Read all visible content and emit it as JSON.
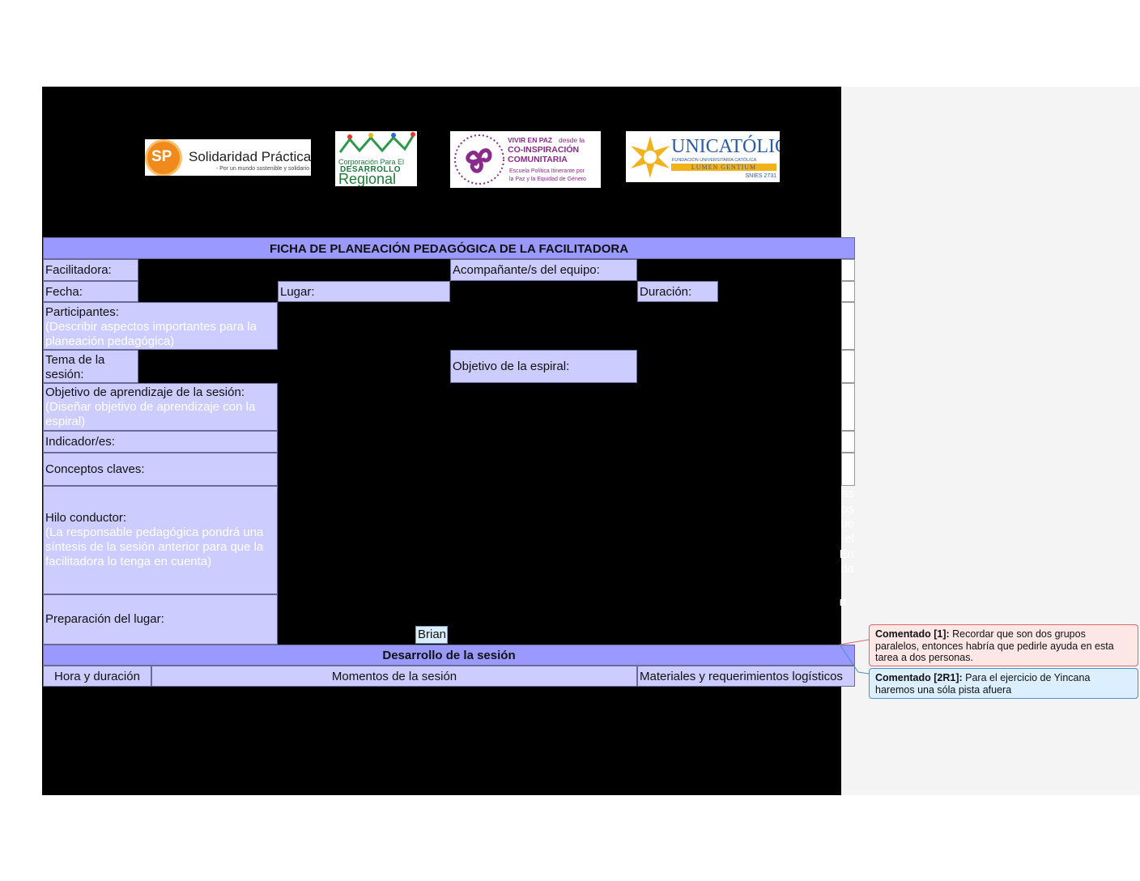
{
  "logos": {
    "solidaridad": {
      "mark": "SP",
      "name": "Solidaridad Práctica",
      "tagline": "- Por un mundo sostenible y solidario"
    },
    "corporacion": {
      "line1": "Corporación Para El",
      "line2": "DESARROLLO",
      "line3": "Regional"
    },
    "vivir_en_paz": {
      "line1a": "VIVIR EN PAZ",
      "line1b": "desde la",
      "line2": "CO-INSPIRACIÓN",
      "line3": "COMUNITARIA",
      "line4": "Escuela Política Itinerante por",
      "line5": "la Paz y la Equidad de Género"
    },
    "unicatolica": {
      "name": "UNICATÓLICA",
      "sub": "FUNDACIÓN UNIVERSITARIA CATÓLICA",
      "motto": "LUMEN GENTIUM",
      "code": "SNIES 2731"
    }
  },
  "form": {
    "title": "FICHA DE PLANEACIÓN PEDAGÓGICA DE LA FACILITADORA",
    "facilitadora": "Facilitadora:",
    "acompanante": "Acompañante/s del equipo:",
    "fecha": "Fecha:",
    "lugar": "Lugar:",
    "duracion": "Duración:",
    "participantes": "Participantes:",
    "participantes_hint": "(Describir aspectos importantes para la planeación pedagógica)",
    "tema_l1": "Tema de la",
    "tema_l2": "sesión:",
    "objetivo_espiral": "Objetivo de la espiral:",
    "objetivo_aprendizaje": "Objetivo de aprendizaje de la sesión:",
    "objetivo_hint": "(Diseñar objetivo de aprendizaje con la espiral)",
    "indicadores": "Indicador/es:",
    "conceptos": "Conceptos claves:",
    "hilo": "Hilo conductor:",
    "hilo_hint": "(La responsable pedagógica pondrá una síntesis de la sesión anterior para que la facilitadora lo tenga en cuenta)",
    "preparacion": "Preparación del lugar:",
    "brian": "Brian",
    "desarrollo": "Desarrollo de la sesión",
    "col_hora": "Hora y duración",
    "col_momentos": "Momentos de la sesión",
    "col_materiales": "Materiales y requerimientos logísticos",
    "fragments": [
      "as",
      "os",
      "ue",
      "el",
      "En",
      "da",
      "n"
    ]
  },
  "comments": [
    {
      "label": "Comentado [1]:",
      "text": " Recordar que son dos grupos paralelos, entonces habría que pedirle ayuda en esta tarea a dos personas."
    },
    {
      "label": "Comentado [2R1]:",
      "text": " Para el ejercicio de Yincana haremos una sóla pista afuera"
    }
  ],
  "colors": {
    "label_bg": "#ccccff",
    "header_bg": "#9999ff",
    "comment1_bg": "#fde6e6",
    "comment2_bg": "#dcefff"
  }
}
